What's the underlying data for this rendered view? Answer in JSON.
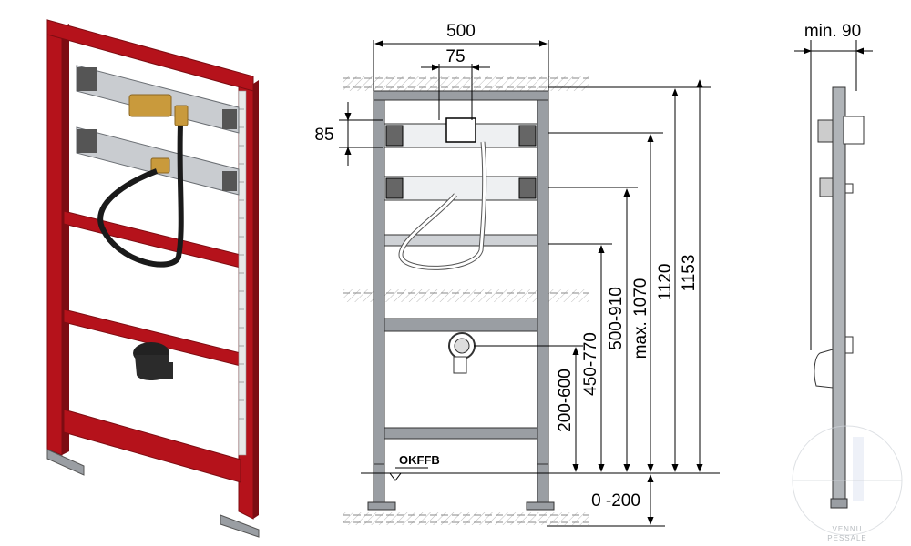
{
  "colors": {
    "frame_red": "#b5121b",
    "frame_red_dark": "#7d0c12",
    "steel": "#9a9ea3",
    "line": "#000000",
    "hose": "#1a1a1a",
    "brass": "#c99a3c"
  },
  "icons": {
    "trap": "trap-elbow-icon",
    "valve": "brass-valve-icon"
  },
  "dimensions": {
    "width_total": "500",
    "width_inner": "75",
    "bracket_height": "85",
    "depth_min": "min. 90",
    "h_200_600": "200-600",
    "h_450_770": "450-770",
    "h_500_910": "500-910",
    "h_max_1070": "max. 1070",
    "h_1120": "1120",
    "h_1153": "1153",
    "floor_adjust": "0 -200"
  },
  "labels": {
    "okffb": "OKFFB"
  },
  "watermark": {
    "line1": "VENNU",
    "line2": "PESSALE"
  }
}
